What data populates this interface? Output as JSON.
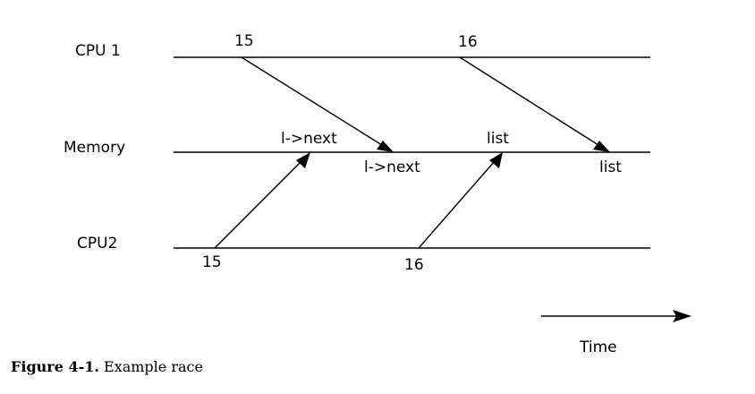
{
  "lanes": {
    "cpu1": "CPU 1",
    "memory": "Memory",
    "cpu2": "CPU2"
  },
  "events": {
    "cpu1_t15": "15",
    "cpu1_t16": "16",
    "cpu2_t15": "15",
    "cpu2_t16": "16",
    "mem_write_next": "l->next",
    "mem_read_next": "l->next",
    "mem_write_list": "list",
    "mem_read_list": "list"
  },
  "time_axis": {
    "label": "Time"
  },
  "caption": {
    "number": "Figure 4-1.",
    "text": "Example race"
  }
}
